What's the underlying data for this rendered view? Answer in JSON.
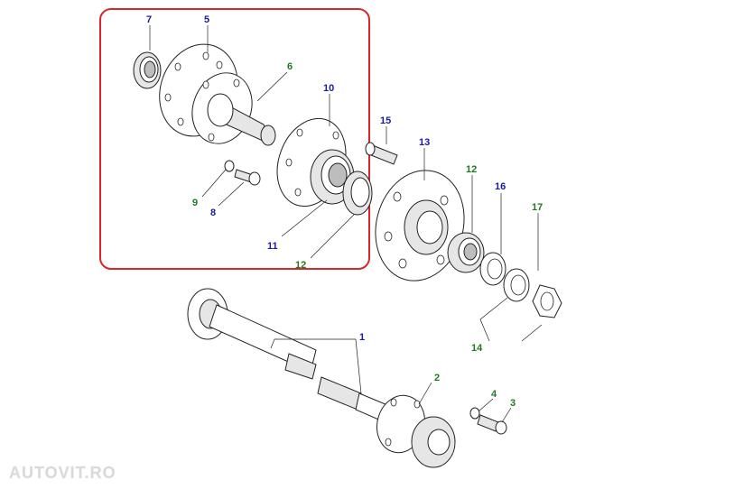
{
  "diagram": {
    "labels": [
      {
        "id": "7",
        "text": "7",
        "color": "#1a1a9c"
      },
      {
        "id": "5",
        "text": "5",
        "color": "#1a1a9c"
      },
      {
        "id": "6",
        "text": "6",
        "color": "#1e7a1e"
      },
      {
        "id": "10",
        "text": "10",
        "color": "#1a1a9c"
      },
      {
        "id": "15",
        "text": "15",
        "color": "#1a1a9c"
      },
      {
        "id": "13",
        "text": "13",
        "color": "#1a1a9c"
      },
      {
        "id": "12a",
        "text": "12",
        "color": "#1e7a1e"
      },
      {
        "id": "16",
        "text": "16",
        "color": "#1a1a9c"
      },
      {
        "id": "17",
        "text": "17",
        "color": "#1e7a1e"
      },
      {
        "id": "9",
        "text": "9",
        "color": "#1e7a1e"
      },
      {
        "id": "8",
        "text": "8",
        "color": "#1a1a9c"
      },
      {
        "id": "11",
        "text": "11",
        "color": "#1a1a9c"
      },
      {
        "id": "12b",
        "text": "12",
        "color": "#1e7a1e"
      },
      {
        "id": "14",
        "text": "14",
        "color": "#1e7a1e"
      },
      {
        "id": "1",
        "text": "1",
        "color": "#1a1a9c"
      },
      {
        "id": "2",
        "text": "2",
        "color": "#1e7a1e"
      },
      {
        "id": "4",
        "text": "4",
        "color": "#1e7a1e"
      },
      {
        "id": "3",
        "text": "3",
        "color": "#1e7a1e"
      }
    ],
    "highlight_color": "#d9262b",
    "watermark": "AUTOVIT.RO"
  }
}
